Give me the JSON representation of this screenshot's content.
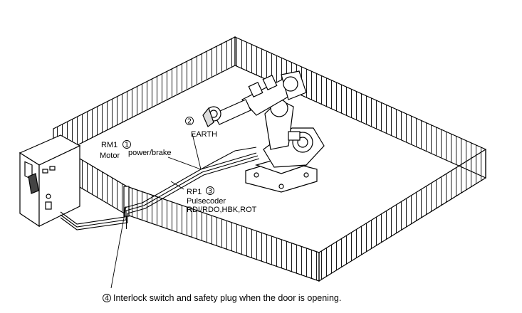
{
  "labels": {
    "rm1": "RM1",
    "rm1_num": "1",
    "motor": "Motor",
    "power_brake": "power/brake",
    "earth_num": "2",
    "earth": "EARTH",
    "rp1": "RP1",
    "rp1_num": "3",
    "pulsecoder": "Pulsecoder",
    "rdi": "RDI/RDO,HBK,ROT",
    "interlock_num": "4",
    "interlock": "Interlock switch and safety plug when the door is opening."
  },
  "colors": {
    "line": "#000000",
    "background": "#ffffff",
    "fence_fill": "#f4f4f4"
  }
}
